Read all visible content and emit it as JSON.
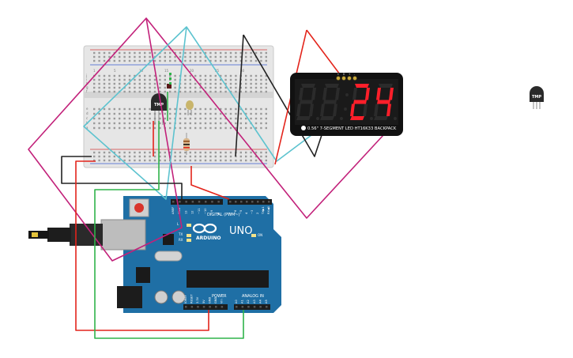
{
  "display": {
    "digits": [
      "8",
      "8",
      "2",
      "4"
    ],
    "caption": "0.56\" 7-SEGMENT LED HT16K33 BACKPACK",
    "pin_labels": [
      "C",
      "D",
      "+",
      "-"
    ],
    "on_color": "#ff1f2a",
    "off_color": "#2b2b2b"
  },
  "sensor": {
    "label": "TMP"
  },
  "sensor_spare": {
    "label": "TMP"
  },
  "arduino": {
    "logo_text": "ARDUINO",
    "model": "UNO",
    "digital_header": "DIGITAL (PWM~)",
    "power_label": "POWER",
    "analog_label": "ANALOG IN",
    "tx_label": "TX",
    "rx_label": "RX",
    "l_label": "L",
    "on_label": "ON",
    "left_pins": [
      "AREF",
      "GND",
      "13",
      "12",
      "~11",
      "~10",
      "~9",
      "8"
    ],
    "right_pins": [
      "7",
      "~6",
      "~5",
      "4",
      "~3",
      "2",
      "TX▶1",
      "RX◀0"
    ],
    "power_pins": [
      "IOREF",
      "RESET",
      "3.3V",
      "5V",
      "GND",
      "GND",
      "Vin"
    ],
    "analog_pins": [
      "A0",
      "A1",
      "A2",
      "A3",
      "A4",
      "A5"
    ],
    "board_color": "#1f6fa5"
  },
  "breadboard": {
    "col_numbers_top": [
      "1",
      "5",
      "10",
      "15",
      "20",
      "25",
      "30"
    ],
    "row_letters_top": [
      "j",
      "i",
      "h",
      "g",
      "f"
    ],
    "row_letters_bottom": [
      "e",
      "d",
      "c",
      "b",
      "a"
    ]
  },
  "wire_colors": {
    "red": "#e3241b",
    "black": "#222222",
    "green": "#2fb34a",
    "magenta": "#c2217a",
    "cyan": "#5dc3cf"
  }
}
